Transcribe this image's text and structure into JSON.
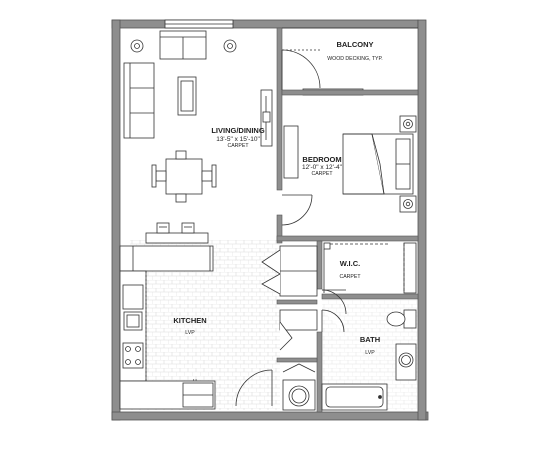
{
  "rooms": {
    "balcony": {
      "name": "BALCONY",
      "finish": "WOOD DECKING, TYP."
    },
    "living": {
      "name": "LIVING/DINING",
      "dims": "13'-5\" x 15'-10\"",
      "finish": "CARPET"
    },
    "bedroom": {
      "name": "BEDROOM",
      "dims": "12'-0\" x 12'-4\"",
      "finish": "CARPET"
    },
    "wic": {
      "name": "W.I.C.",
      "finish": "CARPET"
    },
    "kitchen": {
      "name": "KITCHEN",
      "finish": "LVP"
    },
    "bath": {
      "name": "BATH",
      "finish": "LVP"
    }
  },
  "colors": {
    "wall": "#8e8e8e",
    "wall_outline": "#555555",
    "line": "#333333",
    "floor_grid": "#d9d9d9"
  }
}
